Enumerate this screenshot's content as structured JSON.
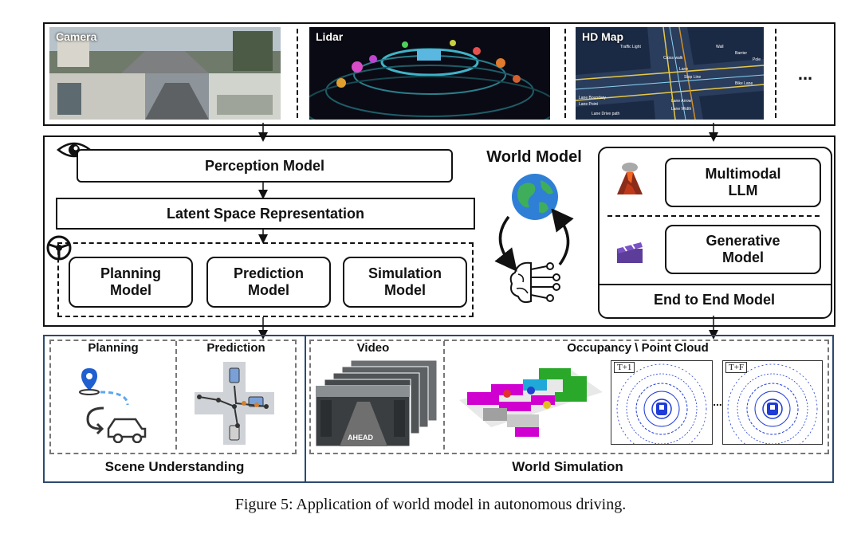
{
  "sensors": {
    "camera": "Camera",
    "lidar": "Lidar",
    "hdmap": "HD Map",
    "more": "..."
  },
  "world_model": {
    "title": "World Model",
    "perception": "Perception Model",
    "latent": "Latent Space Representation",
    "planning": [
      "Planning",
      "Model"
    ],
    "prediction": [
      "Prediction",
      "Model"
    ],
    "simulation": [
      "Simulation",
      "Model"
    ],
    "multimodal": [
      "Multimodal",
      "LLM"
    ],
    "generative": [
      "Generative",
      "Model"
    ],
    "end_to_end": "End to End Model"
  },
  "hdmap_tags": [
    "Traffic Light",
    "Cross walk",
    "Wall",
    "Barrier",
    "Pole",
    "Lane",
    "Stop Line",
    "Bike Lane",
    "Lane Arrow",
    "Lane Boundary",
    "Lane Point",
    "Lane Width",
    "Lane Drive path"
  ],
  "outputs": {
    "planning": "Planning",
    "prediction": "Prediction",
    "scene_understanding": "Scene Understanding",
    "video": "Video",
    "occupancy": "Occupancy \\ Point Cloud",
    "world_simulation": "World Simulation",
    "t1": "T+1",
    "tf": "T+F",
    "ellipsis": "...",
    "ahead": "AHEAD"
  },
  "caption": "Figure 5: Application of world model in autonomous driving.",
  "colors": {
    "frame": "#111111",
    "bottom_frame": "#2c4a6e",
    "lidar_bg": "#0a0a14",
    "map_bg": "#1b2a44",
    "globe_sea": "#2f7fd6",
    "globe_land": "#3fae5a",
    "pointcloud": "#1f3bd8"
  }
}
